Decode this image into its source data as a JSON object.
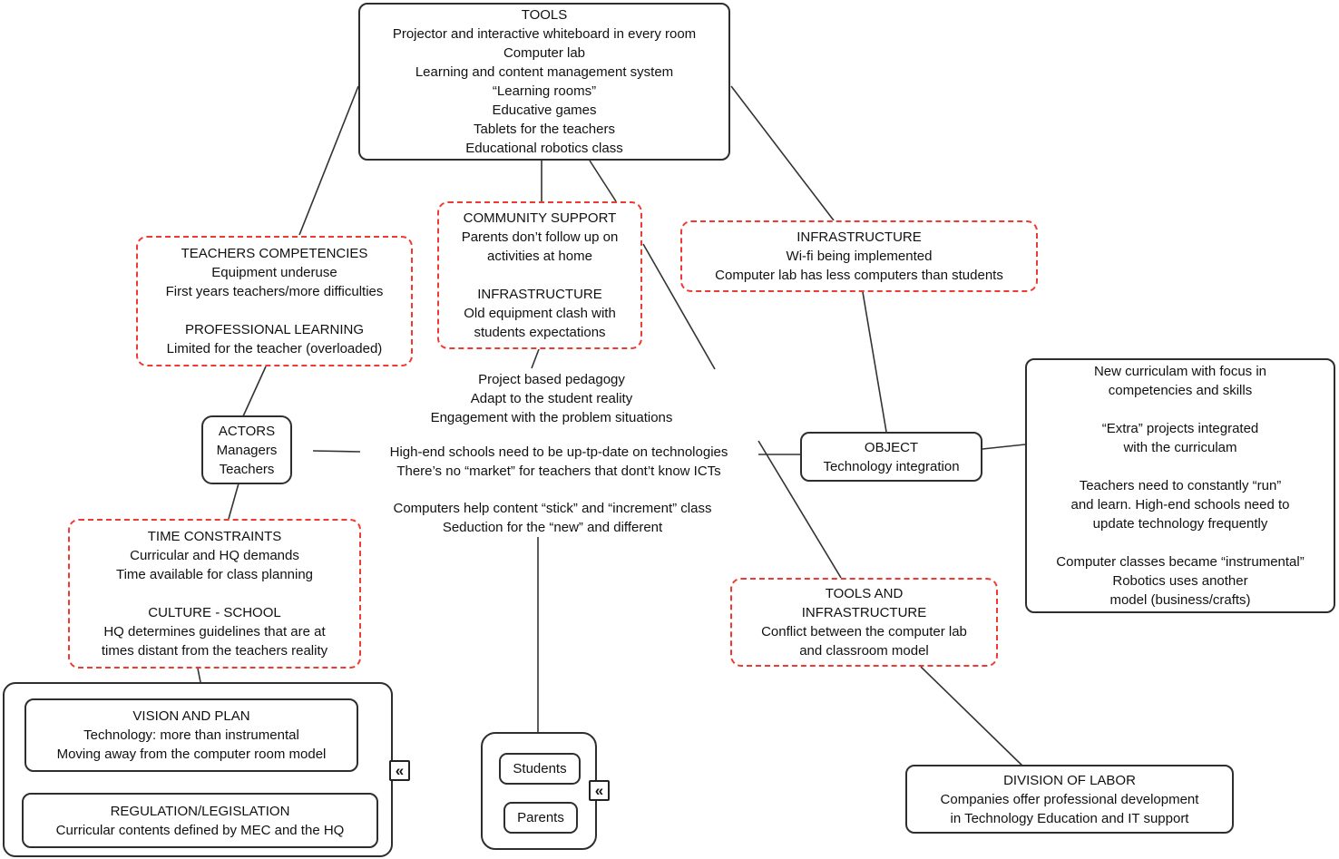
{
  "colors": {
    "solid_border": "#2e2e2e",
    "dashed_border": "#ee3a34",
    "line": "#333333"
  },
  "icons": {
    "collapse_glyph": "«"
  },
  "nodes": {
    "tools": [
      "TOOLS",
      "Projector and interactive whiteboard in every room",
      "Computer lab",
      "Learning and content management system",
      "“Learning rooms”",
      "Educative games",
      "Tablets for the teachers",
      "Educational robotics class"
    ],
    "teachers_competencies": [
      "TEACHERS COMPETENCIES",
      "Equipment underuse",
      "First years teachers/more difficulties",
      "",
      "PROFESSIONAL LEARNING",
      "Limited for the teacher (overloaded)"
    ],
    "community_support": [
      "COMMUNITY SUPPORT",
      "Parents don’t follow up on",
      "activities at home",
      "",
      "INFRASTRUCTURE",
      "Old equipment clash with",
      "students expectations"
    ],
    "infrastructure": [
      "INFRASTRUCTURE",
      "Wi-fi being implemented",
      "Computer lab has less computers than students"
    ],
    "pedagogy_note": [
      "Project based pedagogy",
      "Adapt to the student reality",
      "Engagement with the problem situations"
    ],
    "actors": [
      "ACTORS",
      "Managers",
      "Teachers"
    ],
    "market_note": [
      "High-end schools need to be up-tp-date on technologies",
      "There’s no “market” for teachers that dont’t know ICTs"
    ],
    "computers_note": [
      "Computers help content “stick” and “increment” class",
      "Seduction for the “new” and different"
    ],
    "object": [
      "OBJECT",
      "Technology integration"
    ],
    "curriculum_note": [
      "New curriculam with focus in",
      "competencies and skills",
      "",
      "“Extra” projects integrated",
      "with the curriculam",
      "",
      "Teachers need to constantly “run”",
      "and learn. High-end schools need to",
      "update technology frequently",
      "",
      "Computer classes became “instrumental”",
      "Robotics uses another",
      "model (business/crafts)"
    ],
    "time_constraints": [
      "TIME CONSTRAINTS",
      "Curricular and HQ demands",
      "Time available for class planning",
      "",
      "CULTURE - SCHOOL",
      "HQ determines guidelines that are at",
      "times distant from the teachers reality"
    ],
    "vision_and_plan": [
      "VISION AND PLAN",
      "Technology: more than instrumental",
      "Moving away from the computer room model"
    ],
    "regulation_legislation": [
      "REGULATION/LEGISLATION",
      "Curricular contents defined by MEC and the HQ"
    ],
    "students": "Students",
    "parents": "Parents",
    "tools_and_infrastructure": [
      "TOOLS AND",
      "INFRASTRUCTURE",
      "Conflict between the computer lab",
      "and classroom model"
    ],
    "division_of_labor": [
      "DIVISION OF LABOR",
      "Companies offer professional development",
      "in Technology Education and IT support"
    ]
  }
}
